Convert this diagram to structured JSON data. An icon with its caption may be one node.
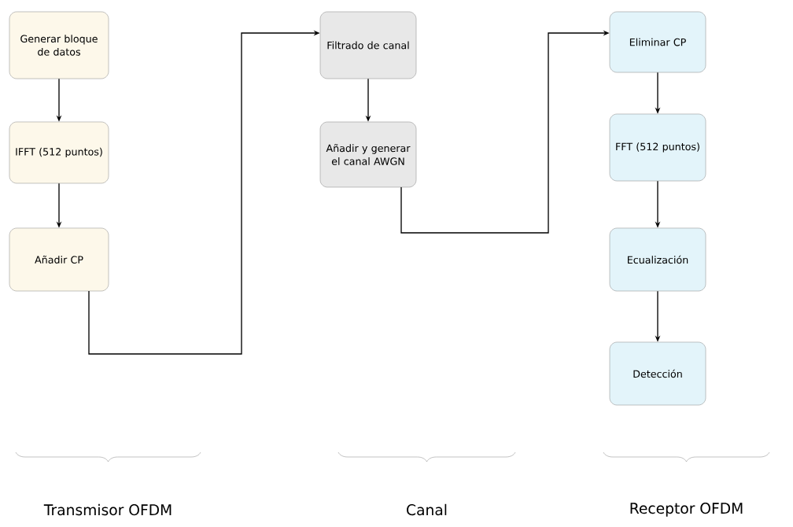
{
  "diagram": {
    "nodes": [
      {
        "text": [
          "Generar bloque de datos"
        ]
      },
      {
        "text": [
          "IFFT (512 puntos)"
        ]
      },
      {
        "text": [
          "Añadir CP"
        ]
      },
      {
        "text": [
          "Filtrado de canal"
        ]
      },
      {
        "text": [
          "Añadir y generar el canal AWGN"
        ]
      },
      {
        "text": [
          "Eliminar CP"
        ]
      },
      {
        "text": [
          "FFT (512 puntos)"
        ]
      },
      {
        "text": [
          "Ecualización"
        ]
      },
      {
        "text": [
          "Detección"
        ]
      }
    ],
    "edges": [
      {
        "from": 0,
        "to": 1,
        "arrow": "to"
      },
      {
        "from": 1,
        "to": 2,
        "arrow": "to"
      },
      {
        "from": 2,
        "to": 3,
        "arrow": "to"
      },
      {
        "from": 3,
        "to": 4,
        "arrow": "to"
      },
      {
        "from": 4,
        "to": 5,
        "arrow": "to"
      },
      {
        "from": 5,
        "to": 6,
        "arrow": "to"
      },
      {
        "from": 6,
        "to": 7,
        "arrow": "to"
      },
      {
        "from": 7,
        "to": 8,
        "arrow": "to"
      }
    ],
    "labels": [
      "Transmisor OFDM",
      "Canal",
      "Receptor OFDM"
    ]
  }
}
